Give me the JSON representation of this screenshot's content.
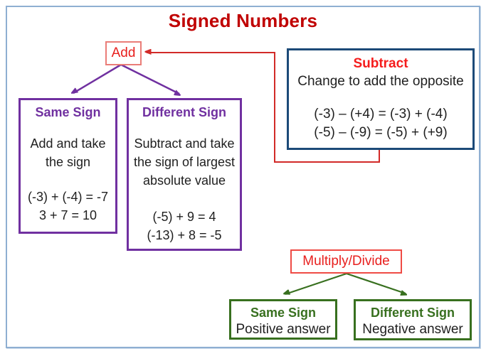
{
  "title": "Signed Numbers",
  "colors": {
    "title_red": "#c00000",
    "accent_red": "#e8201e",
    "navy_border": "#1c4a78",
    "purple": "#7030a0",
    "green": "#38701f",
    "frame_blue": "#8fafd2",
    "body_text": "#1f1f1f"
  },
  "add_node": {
    "label": "Add"
  },
  "subtract_box": {
    "title": "Subtract",
    "subtitle": "Change to add the opposite",
    "examples": [
      "(-3) – (+4) = (-3) + (-4)",
      "(-5) – (-9) = (-5) + (+9)"
    ]
  },
  "add_same_sign_box": {
    "title": "Same Sign",
    "rule_lines": [
      "Add and take",
      "the sign"
    ],
    "examples": [
      "(-3) + (-4) = -7",
      "3 + 7 = 10"
    ]
  },
  "add_different_sign_box": {
    "title": "Different Sign",
    "rule_lines": [
      "Subtract and take",
      "the sign of largest",
      "absolute value"
    ],
    "examples": [
      "(-5) + 9 = 4",
      "(-13) + 8 = -5"
    ]
  },
  "multiply_divide_node": {
    "label": "Multiply/Divide"
  },
  "md_same_sign_box": {
    "title": "Same Sign",
    "answer": "Positive answer"
  },
  "md_different_sign_box": {
    "title": "Different Sign",
    "answer": "Negative answer"
  }
}
